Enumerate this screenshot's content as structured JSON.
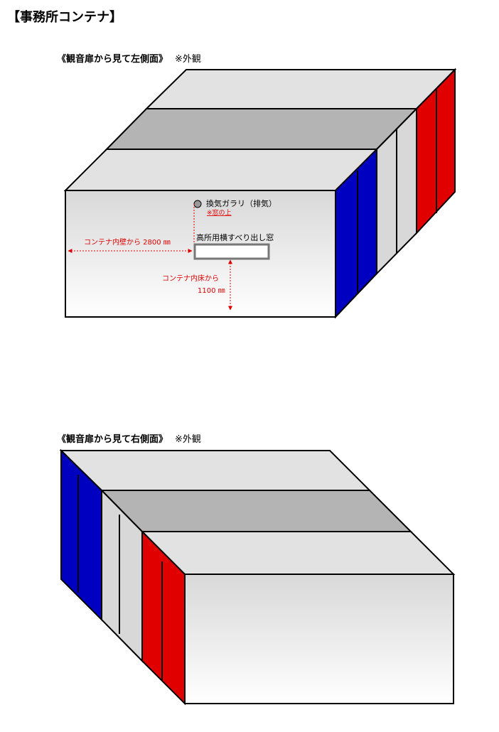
{
  "document": {
    "title": "【事務所コンテナ】"
  },
  "views": [
    {
      "title": "《観音扉から見て左側面》",
      "note": "※外観"
    },
    {
      "title": "《観音扉から見て右側面》",
      "note": "※外観"
    }
  ],
  "annotations": {
    "vent_label": "換気ガラリ（排気）",
    "vent_sub": "※窓の上",
    "window_label": "高所用横すべり出し窓",
    "horizontal_dim": "コンテナ内壁から 2800 ㎜",
    "vertical_dim_line1": "コンテナ内床から",
    "vertical_dim_line2": "1100 ㎜"
  },
  "colors": {
    "blue": "#0000c0",
    "red": "#e00000",
    "light_gray": "#e2e2e2",
    "mid_gray": "#b4b4b4",
    "stripe_gray": "#d8d8d8",
    "dimension_red": "#e00000"
  }
}
